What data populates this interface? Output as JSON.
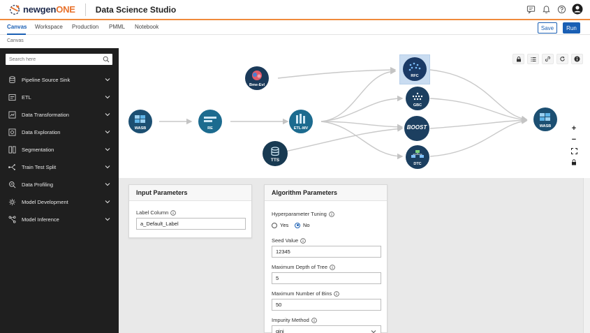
{
  "header": {
    "logo_text": "newgen",
    "logo_suffix": "ONE",
    "app_title": "Data Science Studio"
  },
  "tabs": [
    {
      "label": "Canvas",
      "active": true
    },
    {
      "label": "Workspace",
      "active": false
    },
    {
      "label": "Production",
      "active": false
    },
    {
      "label": "PMML",
      "active": false
    },
    {
      "label": "Notebook",
      "active": false
    }
  ],
  "actions": {
    "save_label": "Save",
    "run_label": "Run"
  },
  "breadcrumb": "Canvas",
  "sidebar": {
    "search_placeholder": "Search here",
    "items": [
      {
        "label": "Pipeline Source Sink",
        "icon": "database-icon"
      },
      {
        "label": "ETL",
        "icon": "etl-icon"
      },
      {
        "label": "Data Transformation",
        "icon": "transform-icon"
      },
      {
        "label": "Data Exploration",
        "icon": "exploration-icon"
      },
      {
        "label": "Segmentation",
        "icon": "segmentation-icon"
      },
      {
        "label": "Train Test Split",
        "icon": "split-icon"
      },
      {
        "label": "Data Profiling",
        "icon": "profiling-icon"
      },
      {
        "label": "Model Development",
        "icon": "model-dev-icon"
      },
      {
        "label": "Model Inference",
        "icon": "inference-icon"
      }
    ]
  },
  "canvas": {
    "nodes": [
      {
        "id": "wasb-in",
        "label": "WASB"
      },
      {
        "id": "re",
        "label": "RE"
      },
      {
        "id": "bme",
        "label": "Bme-Evl"
      },
      {
        "id": "etl",
        "label": "ETL-MV"
      },
      {
        "id": "tts",
        "label": "TTS"
      },
      {
        "id": "rfc",
        "label": "RFC"
      },
      {
        "id": "gbc",
        "label": "GBC"
      },
      {
        "id": "boost",
        "label": "BOOST"
      },
      {
        "id": "dtc",
        "label": "DTC"
      },
      {
        "id": "wasb-out",
        "label": "WASB"
      }
    ]
  },
  "input_parameters": {
    "title": "Input Parameters",
    "label_column": {
      "label": "Label Column",
      "value": "a_Default_Label"
    }
  },
  "algorithm_parameters": {
    "title": "Algorithm Parameters",
    "hyperparameter_tuning": {
      "label": "Hyperparameter Tuning",
      "yes": "Yes",
      "no": "No",
      "selected": "No"
    },
    "seed_value": {
      "label": "Seed Value",
      "value": "12345"
    },
    "max_depth": {
      "label": "Maximum Depth of Tree",
      "value": "5"
    },
    "max_bins": {
      "label": "Maximum Number of Bins",
      "value": "50"
    },
    "impurity": {
      "label": "Impurity Method",
      "value": "gini"
    }
  },
  "colors": {
    "accent": "#1a5fb4",
    "header_rule": "#f08a3c",
    "sidebar_bg": "#1f1f1f",
    "node_bg": "#1c4f72"
  }
}
